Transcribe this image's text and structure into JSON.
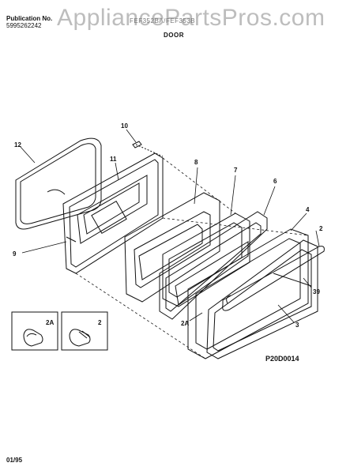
{
  "header": {
    "watermark": "AppliancePartsPros.com",
    "publication_label": "Publication No.",
    "publication_number": "5995262242",
    "model_text": "FEF352BA/FEF353B",
    "section_title": "DOOR"
  },
  "callouts": {
    "p12": "12",
    "p10": "10",
    "p11": "11",
    "p8": "8",
    "p7": "7",
    "p6": "6",
    "p4": "4",
    "p2": "2",
    "p9": "9",
    "p39": "39",
    "p2a": "2A",
    "p3": "3"
  },
  "insets": {
    "left_label": "2A",
    "right_label": "2"
  },
  "footer": {
    "figure_ref": "P20D0014",
    "date": "01/95"
  }
}
